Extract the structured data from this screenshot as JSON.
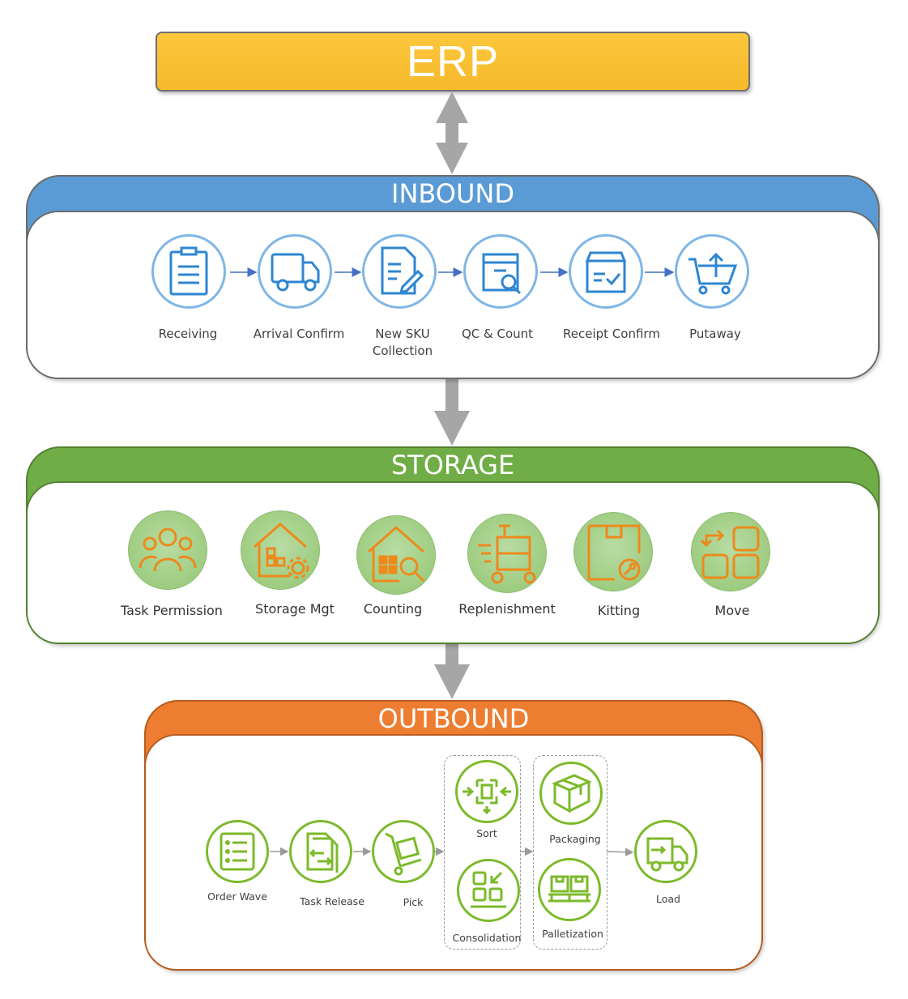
{
  "erp": {
    "label": "ERP"
  },
  "inbound": {
    "title": "INBOUND",
    "steps": [
      {
        "label": "Receiving",
        "icon": "clipboard-icon"
      },
      {
        "label": "Arrival Confirm",
        "icon": "truck-icon"
      },
      {
        "label": "New SKU\nCollection",
        "icon": "document-edit-icon"
      },
      {
        "label": "QC & Count",
        "icon": "box-search-icon"
      },
      {
        "label": "Receipt Confirm",
        "icon": "box-check-icon"
      },
      {
        "label": "Putaway",
        "icon": "cart-upload-icon"
      }
    ]
  },
  "storage": {
    "title": "STORAGE",
    "items": [
      {
        "label": "Task Permission",
        "icon": "group-icon"
      },
      {
        "label": "Storage Mgt",
        "icon": "warehouse-gear-icon"
      },
      {
        "label": "Counting",
        "icon": "warehouse-search-icon"
      },
      {
        "label": "Replenishment",
        "icon": "trolley-icon"
      },
      {
        "label": "Kitting",
        "icon": "package-key-icon"
      },
      {
        "label": "Move",
        "icon": "grid-move-icon"
      }
    ]
  },
  "outbound": {
    "title": "OUTBOUND",
    "steps": {
      "order_wave": "Order Wave",
      "task_release": "Task Release",
      "pick": "Pick",
      "sort": "Sort",
      "consolidation": "Consolidation",
      "packaging": "Packaging",
      "palletization": "Palletization",
      "load": "Load"
    }
  },
  "colors": {
    "erp": "#f8bf34",
    "inbound": "#5b9bd5",
    "storage": "#70ad47",
    "outbound": "#ed7d31",
    "arrow": "#a6a6a6",
    "inbound_icon": "#2e86d1",
    "storage_icon": "#ed8a1c",
    "outbound_icon": "#7cba2b"
  }
}
